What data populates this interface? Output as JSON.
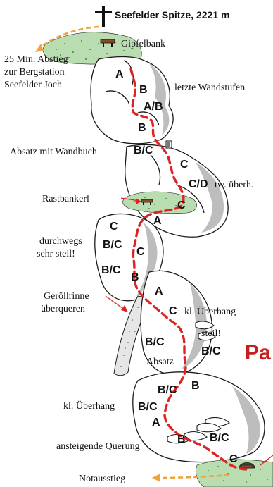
{
  "summit": {
    "name": "Seefelder Spitze, 2221 m"
  },
  "labels": {
    "gipfelbank": "Gipfelbank",
    "descent_line1": "25 Min. Abstieg",
    "descent_line2": "zur Bergstation",
    "descent_line3": "Seefelder Joch",
    "letzte": "letzte Wandstufen",
    "absatz_wandbuch": "Absatz mit Wandbuch",
    "rastbankerl": "Rastbankerl",
    "tw_ueberh": "tw. überh.",
    "steil1": "durchwegs",
    "steil2": "sehr steil!",
    "geroell1": "Geröllrinne",
    "geroell2": "überqueren",
    "kl_ueberhang1": "kl. Überhang",
    "steil_short": "steil!",
    "absatz": "Absatz",
    "kl_ueberhang2": "kl. Überhang",
    "querung": "ansteigende Querung",
    "notausstieg": "Notausstieg",
    "big_partial": "Pa"
  },
  "grades": {
    "g01": "A",
    "g02": "B",
    "g03": "A/B",
    "g04": "B",
    "g05": "B/C",
    "g06": "C",
    "g07": "C/D",
    "g08": "C",
    "g09": "A",
    "g10": "C",
    "g11": "B/C",
    "g12": "C",
    "g13": "B/C",
    "g14": "B",
    "g15": "A",
    "g16": "C",
    "g17": "B/C",
    "g18": "B/C",
    "g19": "B/C",
    "g20": "B",
    "g21": "B/C",
    "g22": "A",
    "g23": "B",
    "g24": "B/C",
    "g25": "C"
  },
  "colors": {
    "route": "#e02222",
    "grass": "#b9ddb0",
    "descent_arrow": "#f0a33a",
    "big_text": "#c51f1f"
  },
  "icons": {
    "summit_cross": "cross-icon",
    "bench": "bench-icon",
    "book": "wall-book-icon"
  }
}
